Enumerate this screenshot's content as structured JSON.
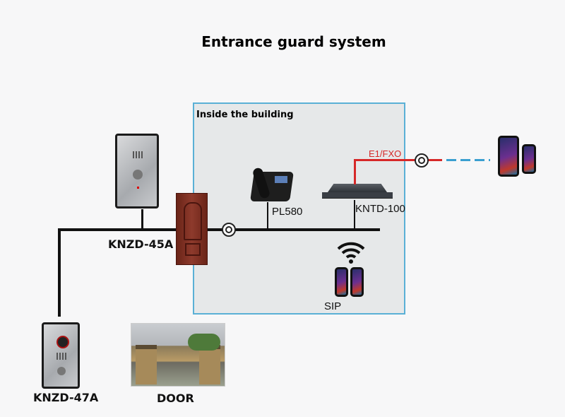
{
  "title": "Entrance guard system",
  "building_label": "Inside the building",
  "devices": {
    "intercom_45a": {
      "label": "KNZD-45A",
      "icon": "door-intercom-icon"
    },
    "intercom_47a": {
      "label": "KNZD-47A",
      "icon": "door-intercom-camera-icon"
    },
    "door": {
      "label": "DOOR",
      "icon": "gate-photo"
    },
    "ip_phone": {
      "label": "PL580",
      "icon": "desk-ip-phone-icon"
    },
    "gateway": {
      "label": "KNTD-100",
      "icon": "rack-gateway-icon"
    },
    "sip": {
      "label": "SIP",
      "icon": "smartphones-icon"
    },
    "external_mobile": {
      "icon": "smartphones-icon"
    },
    "trunk": {
      "label": "E1/FXO"
    }
  },
  "colors": {
    "building_border": "#5ab0d6",
    "trunk_line": "#d62828",
    "wireless_link": "#3a9fd0",
    "network_line": "#111111",
    "door_brown": "#7a2e22"
  }
}
